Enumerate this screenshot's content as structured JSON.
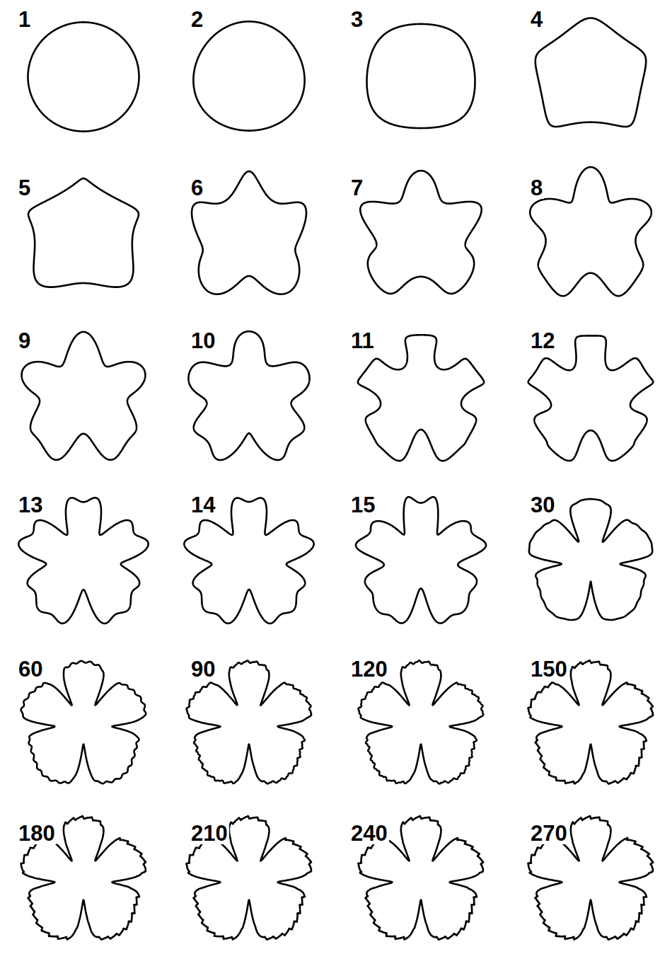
{
  "diagram": {
    "labels": [
      "1",
      "2",
      "3",
      "4",
      "5",
      "6",
      "7",
      "8",
      "9",
      "10",
      "11",
      "12",
      "13",
      "14",
      "15",
      "30",
      "60",
      "90",
      "120",
      "150",
      "180",
      "210",
      "240",
      "270"
    ]
  }
}
